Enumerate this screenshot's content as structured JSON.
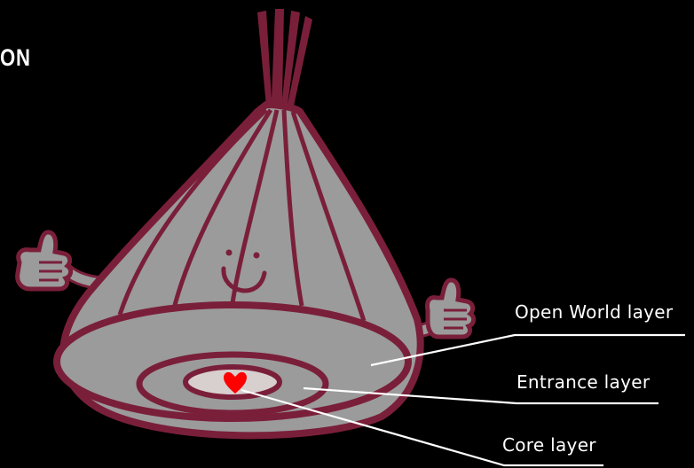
{
  "title": "ON",
  "labels": {
    "open_world": "Open World layer",
    "entrance": "Entrance layer",
    "core": "Core layer"
  },
  "colors": {
    "background": "#000000",
    "onion_skin": "#9b9b9b",
    "onion_outline": "#7a1f3a",
    "core_fill": "#d8cfcf",
    "heart": "#ff0000",
    "text": "#ffffff"
  }
}
